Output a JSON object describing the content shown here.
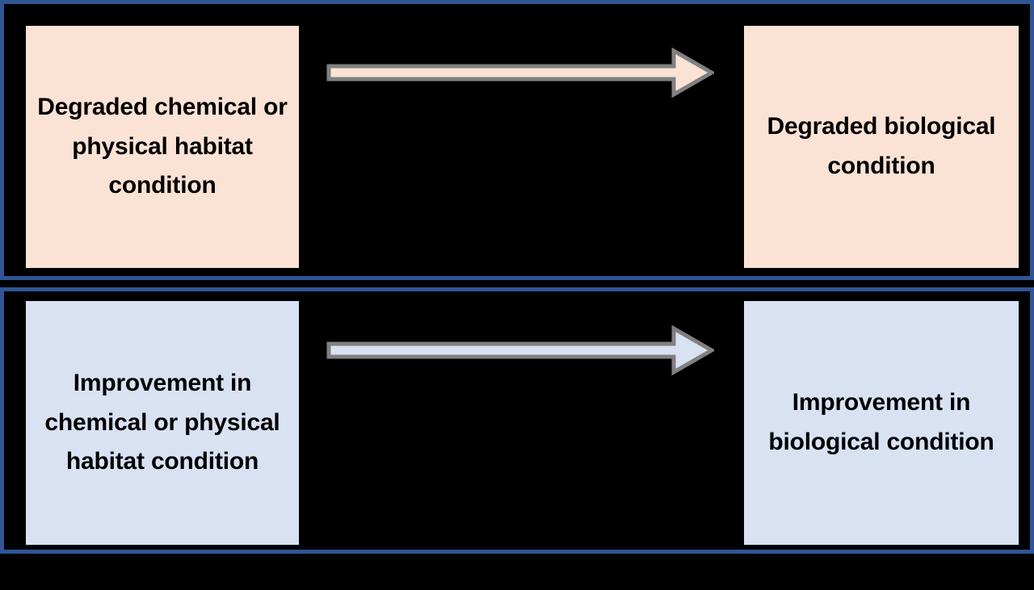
{
  "figure": {
    "type": "flow-diagram",
    "background_color": "#000000",
    "panel_border_color": "#2F5597",
    "arrow_outline_color": "#808080"
  },
  "panels": [
    {
      "id": "degraded",
      "name": "degraded-condition-row",
      "fill_color": "#FAE3D5",
      "cause": {
        "label": "Degraded chemical or physical habitat condition",
        "lines": [
          "Degraded",
          "chemical or",
          "physical habitat",
          "condition"
        ]
      },
      "arrow": {
        "name": "rightward-arrow",
        "direction": "right",
        "fill_color": "#FAE3D5"
      },
      "effect": {
        "label": "Degraded biological condition",
        "lines": [
          "Degraded",
          "biological",
          "condition"
        ]
      }
    },
    {
      "id": "improvement",
      "name": "improvement-condition-row",
      "fill_color": "#D9E2F3",
      "cause": {
        "label": "Improvement in chemical or physical habitat condition",
        "lines": [
          "Improvement in",
          "chemical or",
          "physical habitat",
          "condition"
        ]
      },
      "arrow": {
        "name": "rightward-arrow",
        "direction": "right",
        "fill_color": "#D9E2F3"
      },
      "effect": {
        "label": "Improvement in biological condition",
        "lines": [
          "Improvement in",
          "biological",
          "condition"
        ]
      }
    }
  ]
}
